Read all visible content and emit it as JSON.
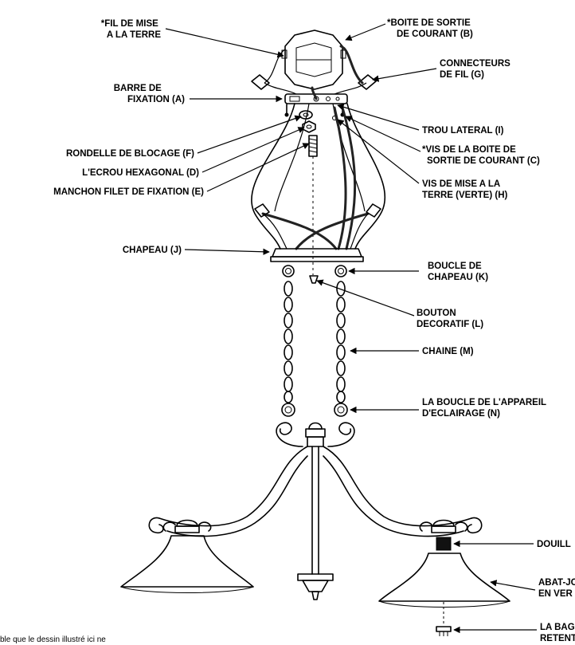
{
  "labels": {
    "fil_terre": [
      "*FIL DE MISE",
      "A LA TERRE"
    ],
    "boite_sortie": [
      "*BOITE DE SORTIE",
      "DE COURANT (B)"
    ],
    "connecteurs": [
      "CONNECTEURS",
      "DE FIL (G)"
    ],
    "barre_fixation": [
      "BARRE DE",
      "FIXATION (A)"
    ],
    "trou_lateral": [
      "TROU LATERAL (I)"
    ],
    "vis_boite": [
      "*VIS DE LA BOITE DE",
      "SORTIE DE COURANT (C)"
    ],
    "rondelle": [
      "RONDELLE DE BLOCAGE (F)"
    ],
    "ecrou": [
      "L'ECROU HEXAGONAL (D)"
    ],
    "manchon": [
      "MANCHON FILET DE FIXATION (E)"
    ],
    "vis_terre": [
      "VIS DE MISE A LA",
      "TERRE (VERTE) (H)"
    ],
    "chapeau": [
      "CHAPEAU (J)"
    ],
    "boucle_chapeau": [
      "BOUCLE DE",
      "CHAPEAU (K)"
    ],
    "bouton": [
      "BOUTON",
      "DECORATIF (L)"
    ],
    "chaine": [
      "CHAINE (M)"
    ],
    "boucle_appareil": [
      "LA BOUCLE DE L'APPAREIL",
      "D'ECLAIRAGE (N)"
    ],
    "douille": [
      "DOUILL"
    ],
    "abat_jour": [
      "ABAT-JO",
      "EN VER"
    ],
    "bague": [
      "LA BAG",
      "RETENT"
    ]
  },
  "footnote": "ble que le dessin illustré ici ne"
}
